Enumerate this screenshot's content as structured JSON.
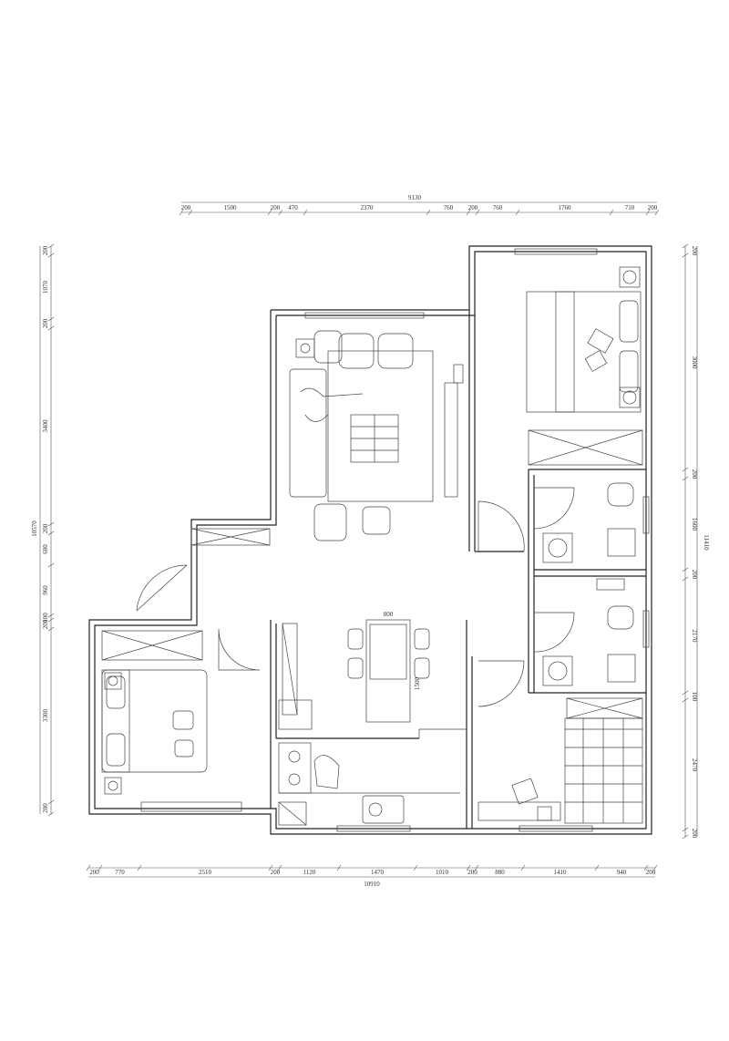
{
  "plan": {
    "top_dims": {
      "overall": "9130",
      "segments": [
        "200",
        "1500",
        "200",
        "470",
        "2370",
        "760",
        "200",
        "760",
        "1760",
        "710",
        "200"
      ]
    },
    "bottom_dims": {
      "overall": "10910",
      "segments": [
        "200",
        "770",
        "2510",
        "200",
        "1120",
        "1470",
        "1010",
        "200",
        "880",
        "1410",
        "940",
        "200"
      ]
    },
    "left_dims": {
      "overall": "10570",
      "segments": [
        "200",
        "1070",
        "200",
        "3400",
        "200",
        "680",
        "960",
        "100",
        "200",
        "3300",
        "200"
      ]
    },
    "right_dims": {
      "overall": "11410",
      "segments": [
        "200",
        "3000",
        "200",
        "1600",
        "200",
        "2170",
        "100",
        "2470",
        "200"
      ]
    },
    "annotations": {
      "dining_table_width": "800",
      "dining_table_depth": "1500"
    }
  }
}
